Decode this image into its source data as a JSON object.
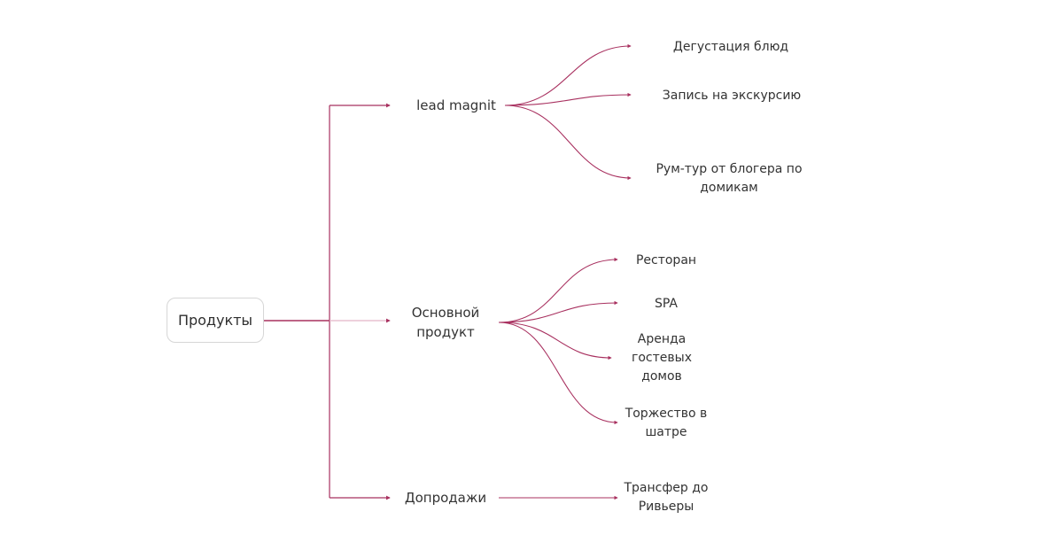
{
  "root": {
    "label": "Продукты"
  },
  "branches": [
    {
      "label": "lead magnit",
      "children": [
        {
          "label": "Дегустация блюд"
        },
        {
          "label": "Запись на экскурсию"
        },
        {
          "label": "Рум-тур от блогера по\nдомикам"
        }
      ]
    },
    {
      "label": "Основной\nпродукт",
      "children": [
        {
          "label": "Ресторан"
        },
        {
          "label": "SPA"
        },
        {
          "label": "Аренда\nгостевых\nдомов"
        },
        {
          "label": "Торжество в\nшатре"
        }
      ]
    },
    {
      "label": "Допродажи",
      "children": [
        {
          "label": "Трансфер до\nРивьеры"
        }
      ]
    }
  ],
  "colors": {
    "connector": "#a8305f",
    "connector_light": "#e3b3c6",
    "node_border": "#d6d6d6"
  }
}
